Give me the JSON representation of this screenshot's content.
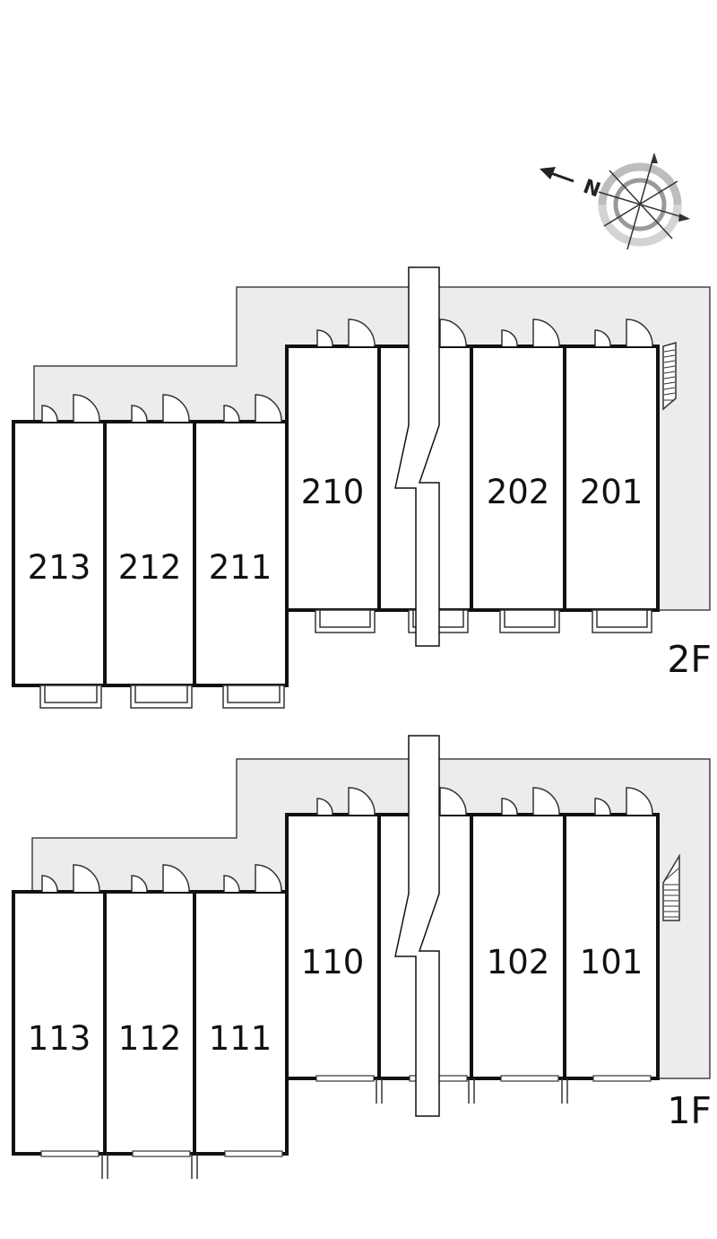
{
  "compass": {
    "label": "N",
    "icon": "compass-rose-icon"
  },
  "colors": {
    "walkway": "#ececec",
    "wall": "#111111",
    "line": "#444444"
  },
  "floors": [
    {
      "id": "2f",
      "label": "2F",
      "units_front": [
        "210",
        "202",
        "201"
      ],
      "units_back": [
        "213",
        "212",
        "211"
      ]
    },
    {
      "id": "1f",
      "label": "1F",
      "units_front": [
        "110",
        "102",
        "101"
      ],
      "units_back": [
        "113",
        "112",
        "111"
      ]
    }
  ]
}
